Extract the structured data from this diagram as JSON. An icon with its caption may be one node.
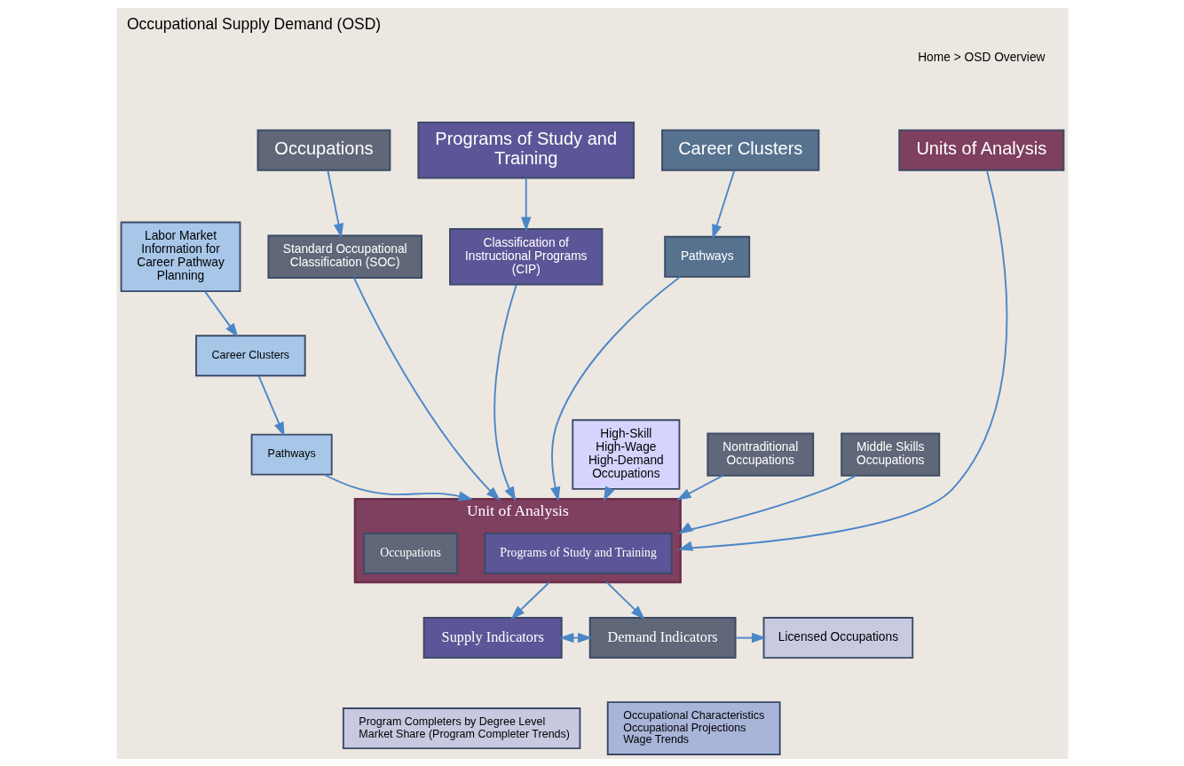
{
  "diagram": {
    "title": "Occupational Supply Demand (OSD)",
    "nodes": [
      {
        "text": [
          "Units of Analysis"
        ]
      },
      {
        "text": [
          "Occupations"
        ]
      },
      {
        "text": [
          "Programs of Study and Training"
        ]
      },
      {
        "text": [
          "Career Clusters"
        ]
      },
      {
        "text": [
          "Labor Market Information for Career Pathway Planning"
        ]
      },
      {
        "text": [
          "Career Clusters"
        ]
      },
      {
        "text": [
          "Pathways"
        ]
      },
      {
        "text": [
          "Standard Occupational Classification (SOC)"
        ]
      },
      {
        "text": [
          "Classification of Instructional Programs (CIP)"
        ]
      },
      {
        "text": [
          "Pathways"
        ]
      },
      {
        "text": [
          "High-Skill High-Wage High-Demand Occupations"
        ]
      },
      {
        "text": [
          "Nontraditional Occupations"
        ]
      },
      {
        "text": [
          "Middle Skills Occupations"
        ]
      },
      {
        "text": [
          "Unit of Analysis"
        ]
      },
      {
        "text": [
          "Programs of Study and Training"
        ],
        "in": 13
      },
      {
        "text": [
          "Occupations"
        ],
        "in": 13
      },
      {
        "text": [
          "Licensed Occupations"
        ]
      },
      {
        "text": [
          "Supply Indicators"
        ]
      },
      {
        "text": [
          "Program Completers by Degree Level",
          "Market Share (Program Completer Trends)"
        ]
      },
      {
        "text": [
          "Demand Indicators"
        ]
      },
      {
        "text": [
          "Occupational Characteristics",
          "Occupational Projections",
          "Wage Trends"
        ]
      }
    ],
    "edges": [
      {
        "from": 1,
        "to": 7,
        "arrow": "to"
      },
      {
        "from": 2,
        "to": 8,
        "arrow": "to"
      },
      {
        "from": 3,
        "to": 9,
        "arrow": "to"
      },
      {
        "from": 4,
        "to": 5,
        "arrow": "to"
      },
      {
        "from": 5,
        "to": 6,
        "arrow": "to"
      },
      {
        "from": 0,
        "to": 13,
        "arrow": "to"
      },
      {
        "from": 7,
        "to": 13,
        "arrow": "to"
      },
      {
        "from": 8,
        "to": 13,
        "arrow": "to"
      },
      {
        "from": 9,
        "to": 13,
        "arrow": "to"
      },
      {
        "from": 6,
        "to": 13,
        "arrow": "to"
      },
      {
        "from": 10,
        "to": 13,
        "arrow": "to"
      },
      {
        "from": 11,
        "to": 13,
        "arrow": "to"
      },
      {
        "from": 12,
        "to": 13,
        "arrow": "to"
      },
      {
        "from": 13,
        "to": 17,
        "arrow": "to"
      },
      {
        "from": 13,
        "to": 19,
        "arrow": "to"
      },
      {
        "from": 17,
        "to": 19,
        "arrow": "both"
      },
      {
        "from": 19,
        "to": 16,
        "arrow": "to"
      }
    ],
    "labels": [
      "Home > OSD Overview"
    ]
  }
}
